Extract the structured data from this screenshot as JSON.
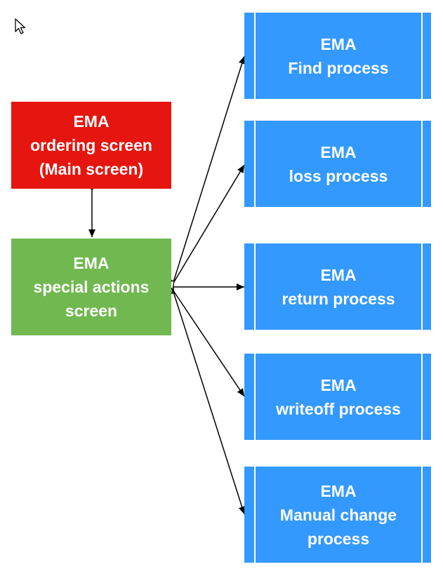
{
  "nodes": {
    "ordering": {
      "lines": [
        "EMA",
        "ordering screen",
        "(Main screen)"
      ]
    },
    "special": {
      "lines": [
        "EMA",
        "special actions",
        "screen"
      ]
    },
    "find": {
      "lines": [
        "EMA",
        "Find process"
      ]
    },
    "loss": {
      "lines": [
        "EMA",
        "loss process"
      ]
    },
    "return": {
      "lines": [
        "EMA",
        "return process"
      ]
    },
    "writeoff": {
      "lines": [
        "EMA",
        "writeoff process"
      ]
    },
    "manual": {
      "lines": [
        "EMA",
        "Manual change",
        "process"
      ]
    }
  },
  "colors": {
    "ordering": "#e5160f",
    "special": "#70b84f",
    "process": "#3399ff"
  }
}
